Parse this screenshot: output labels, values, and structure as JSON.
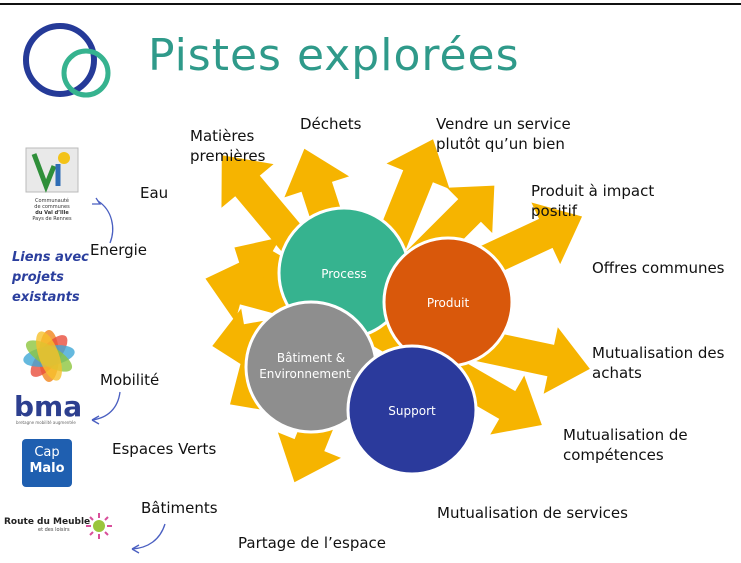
{
  "title": "Pistes explorées",
  "circles": {
    "process": "Process",
    "produit": "Produit",
    "batiment_line1": "Bâtiment &",
    "batiment_line2": "Environnement",
    "support": "Support"
  },
  "labels": {
    "matieres_line1": "Matières",
    "matieres_line2": "premières",
    "dechets": "Déchets",
    "vendre_line1": "Vendre un service",
    "vendre_line2": "plutôt qu’un bien",
    "eau": "Eau",
    "produit_impact_line1": "Produit à impact",
    "produit_impact_line2": "positif",
    "energie": "Energie",
    "offres": "Offres communes",
    "mobilite": "Mobilité",
    "achats_line1": "Mutualisation des",
    "achats_line2": "achats",
    "espaces": "Espaces Verts",
    "competences_line1": "Mutualisation de",
    "competences_line2": "compétences",
    "batiments": "Bâtiments",
    "services": "Mutualisation de services",
    "partage": "Partage de l’espace"
  },
  "note": {
    "line1": "Liens avec",
    "line2": "projets",
    "line3": "existants"
  },
  "logos": {
    "valdille_line1": "Communauté",
    "valdille_line2": "de communes",
    "valdille_line3": "du Val d’Ille",
    "valdille_line4": "Pays de Rennes",
    "bma": "bma",
    "bma_sub": "bretagne mobilité augmentée",
    "capmalo_line1": "Cap",
    "capmalo_line2": "Malo",
    "routemeuble_line1": "Route du Meuble",
    "routemeuble_line2": "et des loisirs"
  },
  "colors": {
    "title": "#2f9a8a",
    "arrow": "#f6b400",
    "process": "#36b38f",
    "produit": "#d9580b",
    "batiment": "#8e8e8e",
    "support": "#2b3a9c",
    "note": "#2b3f9e"
  }
}
